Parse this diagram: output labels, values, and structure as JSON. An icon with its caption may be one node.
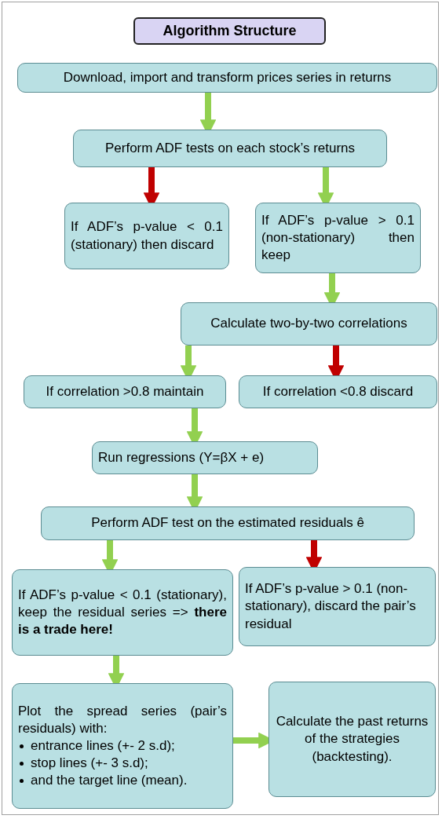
{
  "diagram": {
    "title": "Algorithm Structure",
    "nodes": [
      {
        "text": [
          "Download, import and transform prices series in returns"
        ]
      },
      {
        "text": [
          "Perform ADF tests on each stock’s returns"
        ]
      },
      {
        "text": [
          "If ADF’s p-value < 0.1 (stationary) then discard"
        ]
      },
      {
        "text": [
          "If ADF’s p-value > 0.1 (non-stationary) then keep"
        ]
      },
      {
        "text": [
          "Calculate two-by-two correlations"
        ]
      },
      {
        "text": [
          "If correlation >0.8 maintain"
        ]
      },
      {
        "text": [
          "If correlation <0.8 discard"
        ]
      },
      {
        "text": [
          "Run regressions (Y=βX + e)"
        ]
      },
      {
        "text": [
          "Perform ADF test on the estimated residuals ê"
        ]
      },
      {
        "text": [
          "If ADF’s p-value < 0.1 (stationary), keep the residual series => **there is a trade here!**"
        ]
      },
      {
        "text": [
          "If ADF’s p-value > 0.1 (non-stationary), discard the pair’s residual"
        ]
      },
      {
        "text": [
          "Plot the spread series (pair’s residuals) with:",
          "entrance lines (+- 2 s.d);",
          "stop lines (+- 3 s.d);",
          "and the target line (mean)."
        ]
      },
      {
        "text": [
          "Calculate the past returns of the strategies (backtesting)."
        ]
      }
    ],
    "edges": [
      {
        "from": 0,
        "to": 1,
        "arrow": "to"
      },
      {
        "from": 1,
        "to": 2,
        "arrow": "to",
        "color": "#c00000"
      },
      {
        "from": 1,
        "to": 3,
        "arrow": "to"
      },
      {
        "from": 3,
        "to": 4,
        "arrow": "to"
      },
      {
        "from": 4,
        "to": 5,
        "arrow": "to"
      },
      {
        "from": 4,
        "to": 6,
        "arrow": "to",
        "color": "#c00000"
      },
      {
        "from": 5,
        "to": 7,
        "arrow": "to"
      },
      {
        "from": 7,
        "to": 8,
        "arrow": "to"
      },
      {
        "from": 8,
        "to": 9,
        "arrow": "to"
      },
      {
        "from": 8,
        "to": 10,
        "arrow": "to",
        "color": "#c00000"
      },
      {
        "from": 9,
        "to": 11,
        "arrow": "to"
      },
      {
        "from": 11,
        "to": 12,
        "arrow": "to"
      }
    ]
  }
}
